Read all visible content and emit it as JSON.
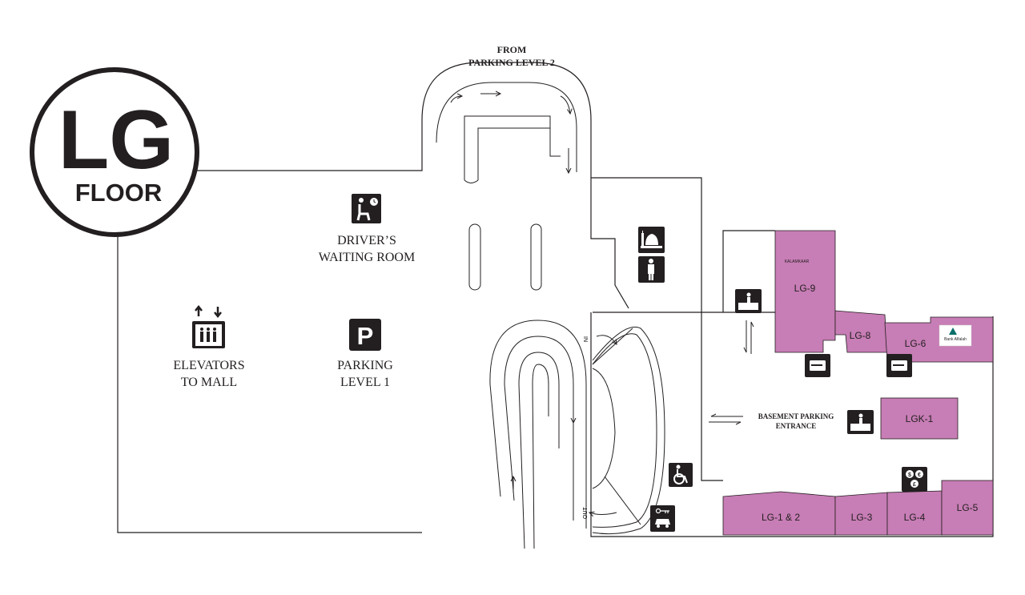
{
  "floor": {
    "code": "LG",
    "label": "FLOOR"
  },
  "labels": {
    "from_parking_line1": "FROM",
    "from_parking_line2": "PARKING LEVEL 2",
    "driver_line1": "DRIVER’S",
    "driver_line2": "WAITING ROOM",
    "elevators_line1": "ELEVATORS",
    "elevators_line2": "TO MALL",
    "parking_line1": "PARKING",
    "parking_line2": "LEVEL 1",
    "basement_line1": "BASEMENT PARKING",
    "basement_line2": "ENTRANCE",
    "in_mark": "IN",
    "out_mark": "OUT"
  },
  "parking_sign": "P",
  "shops": {
    "lg9": "LG-9",
    "lg8": "LG-8",
    "lg6": "LG-6",
    "lgk1": "LGK-1",
    "lg12": "LG-1 & 2",
    "lg3": "LG-3",
    "lg4": "LG-4",
    "lg5": "LG-5"
  },
  "logos": {
    "kalamkaar": "KALAMKAAR",
    "bank_alfalah": "Bank Alfalah"
  },
  "colors": {
    "shop_fill": "#c77db5",
    "line": "#231f20",
    "icon_bg": "#231f20"
  },
  "icons": {
    "driver": "seated-person-clock-icon",
    "elevator": "elevator-icon",
    "parking": "parking-icon",
    "prayer": "mosque-icon",
    "restroom": "male-restroom-icon",
    "escalator": "escalator-icon",
    "atm": "atm-card-icon",
    "wheelchair": "wheelchair-icon",
    "valet": "car-key-icon",
    "exchange": "currency-exchange-icon"
  }
}
